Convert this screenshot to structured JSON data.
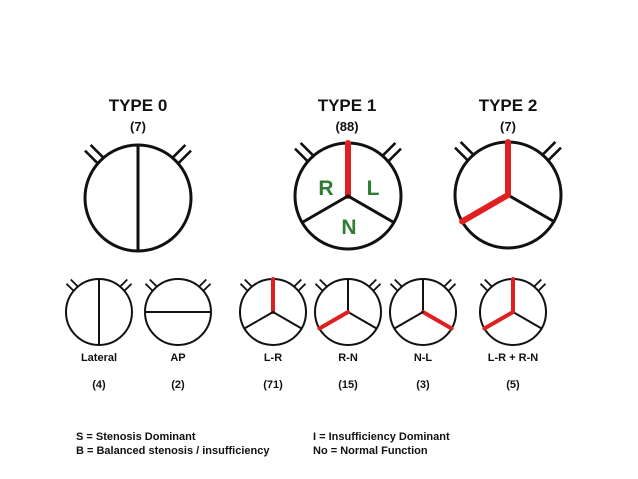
{
  "colors": {
    "line": "#111111",
    "fusion": "#e02020",
    "cusp_label": "#2e7d32"
  },
  "types": [
    {
      "title": "TYPE 0",
      "count": "(7)",
      "pattern": "vertical"
    },
    {
      "title": "TYPE 1",
      "count": "(88)",
      "pattern": "tri-LR",
      "cusps": [
        "R",
        "L",
        "N"
      ]
    },
    {
      "title": "TYPE 2",
      "count": "(7)",
      "pattern": "tri-LR-RN"
    }
  ],
  "subtypes": [
    {
      "label": "Lateral",
      "count": "(4)",
      "pattern": "vertical"
    },
    {
      "label": "AP",
      "count": "(2)",
      "pattern": "horizontal"
    },
    {
      "label": "L-R",
      "count": "(71)",
      "pattern": "tri-LR"
    },
    {
      "label": "R-N",
      "count": "(15)",
      "pattern": "tri-RN"
    },
    {
      "label": "N-L",
      "count": "(3)",
      "pattern": "tri-NL"
    },
    {
      "label": "L-R + R-N",
      "count": "(5)",
      "pattern": "tri-LR-RN"
    }
  ],
  "legend": {
    "left": [
      "S = Stenosis Dominant",
      "B = Balanced stenosis / insufficiency"
    ],
    "right": [
      "I = Insufficiency Dominant",
      "No = Normal Function"
    ]
  }
}
